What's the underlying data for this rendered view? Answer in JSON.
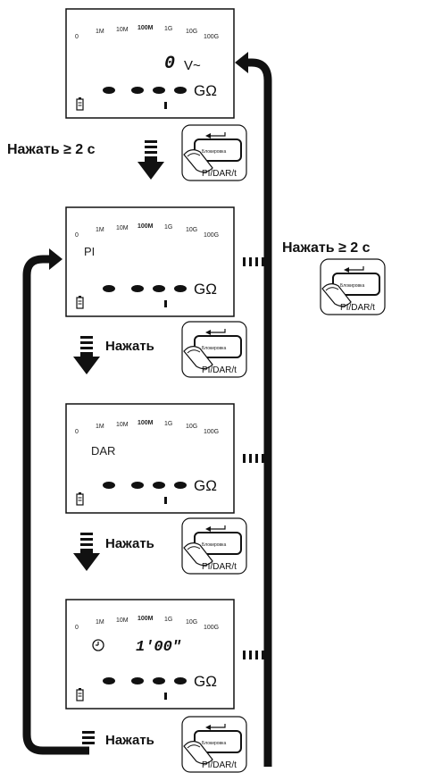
{
  "scale_labels": [
    "0",
    "1M",
    "10M",
    "100M",
    "1G",
    "10G",
    "100G"
  ],
  "screens": [
    {
      "main_value": "0",
      "main_unit": "V~",
      "mode": "",
      "bottom_unit": "GΩ"
    },
    {
      "main_value": "",
      "main_unit": "",
      "mode": "PI",
      "bottom_unit": "GΩ"
    },
    {
      "main_value": "",
      "main_unit": "",
      "mode": "DAR",
      "bottom_unit": "GΩ"
    },
    {
      "main_value": "1'00\"",
      "main_unit": "",
      "mode": "",
      "bottom_unit": "GΩ"
    }
  ],
  "press_hold_label": "Нажать ≥ 2 с",
  "press_label": "Нажать",
  "button": {
    "top_label": "Блокировка",
    "bottom_label": "PI/DAR/t"
  }
}
